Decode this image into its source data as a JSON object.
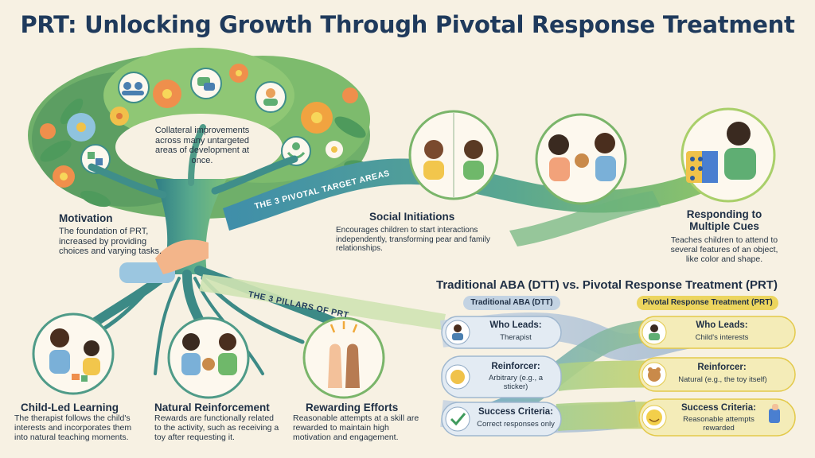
{
  "title": "PRT: Unlocking Growth Through Pivotal Response Treatment",
  "tree": {
    "collateral_text": "Collateral improvements across many untargeted areas of development at once."
  },
  "band_targets": "THE 3 PIVOTAL TARGET AREAS",
  "band_pillars": "THE 3 PILLARS OF PRT",
  "targets": {
    "motivation": {
      "title": "Motivation",
      "text": "The foundation of PRT, increased by providing choices and varying tasks."
    },
    "social": {
      "title": "Social Initiations",
      "text": "Encourages children to start interactions independently, transforming pear and family relationships."
    },
    "cues": {
      "title": "Responding to Multiple Cues",
      "text": "Teaches children to attend to several features of an object, like color and shape."
    }
  },
  "pillars": {
    "child": {
      "title": "Child-Led Learning",
      "text": "The therapist follows the child's interests and incorporates them into natural teaching moments."
    },
    "natural": {
      "title": "Natural Reinforcement",
      "text": "Rewards are functionally related to the activity, such as receiving a toy after requesting it."
    },
    "efforts": {
      "title": "Rewarding Efforts",
      "text": "Reasonable attempts at a skill are rewarded to maintain high motivation and engagement."
    }
  },
  "comparison": {
    "title": "Traditional ABA (DTT) vs. Pivotal Response Treatment (PRT)",
    "left_label": "Traditional ABA (DTT)",
    "right_label": "Pivotal Response Treatment (PRT)",
    "left": [
      {
        "heading": "Who Leads:",
        "text": "Therapist"
      },
      {
        "heading": "Reinforcer:",
        "text": "Arbitrary (e.g., a sticker)"
      },
      {
        "heading": "Success Criteria:",
        "text": "Correct responses only"
      }
    ],
    "right": [
      {
        "heading": "Who Leads:",
        "text": "Child's interests"
      },
      {
        "heading": "Reinforcer:",
        "text": "Natural (e.g., the toy itself)"
      },
      {
        "heading": "Success Criteria:",
        "text": "Reasonable attempts rewarded"
      }
    ]
  },
  "colors": {
    "title": "#1f3a5c",
    "trunk": "#3e8f8a",
    "band": "#4f9bb0",
    "dtt": "#8fa9c4",
    "prt": "#e3c94a",
    "bg": "#f7f1e3"
  }
}
